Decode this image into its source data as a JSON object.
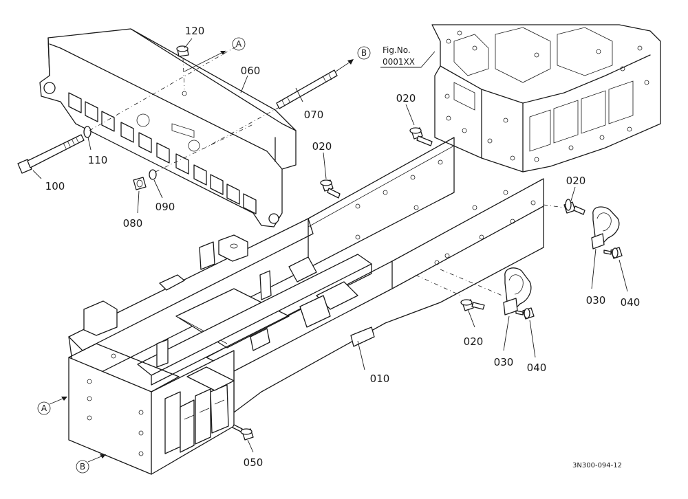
{
  "parts": [
    {
      "id": "120"
    },
    {
      "id": "060"
    },
    {
      "id": "070"
    },
    {
      "id": "110"
    },
    {
      "id": "100"
    },
    {
      "id": "080"
    },
    {
      "id": "090"
    },
    {
      "id": "020"
    },
    {
      "id": "020"
    },
    {
      "id": "020"
    },
    {
      "id": "020"
    },
    {
      "id": "030"
    },
    {
      "id": "040"
    },
    {
      "id": "030"
    },
    {
      "id": "040"
    },
    {
      "id": "010"
    },
    {
      "id": "050"
    }
  ],
  "markers": {
    "a": "A",
    "b": "B"
  },
  "fig_ref": {
    "label": "Fig.No.",
    "number": "0001XX"
  },
  "drawing_code": "3N300-094-12"
}
